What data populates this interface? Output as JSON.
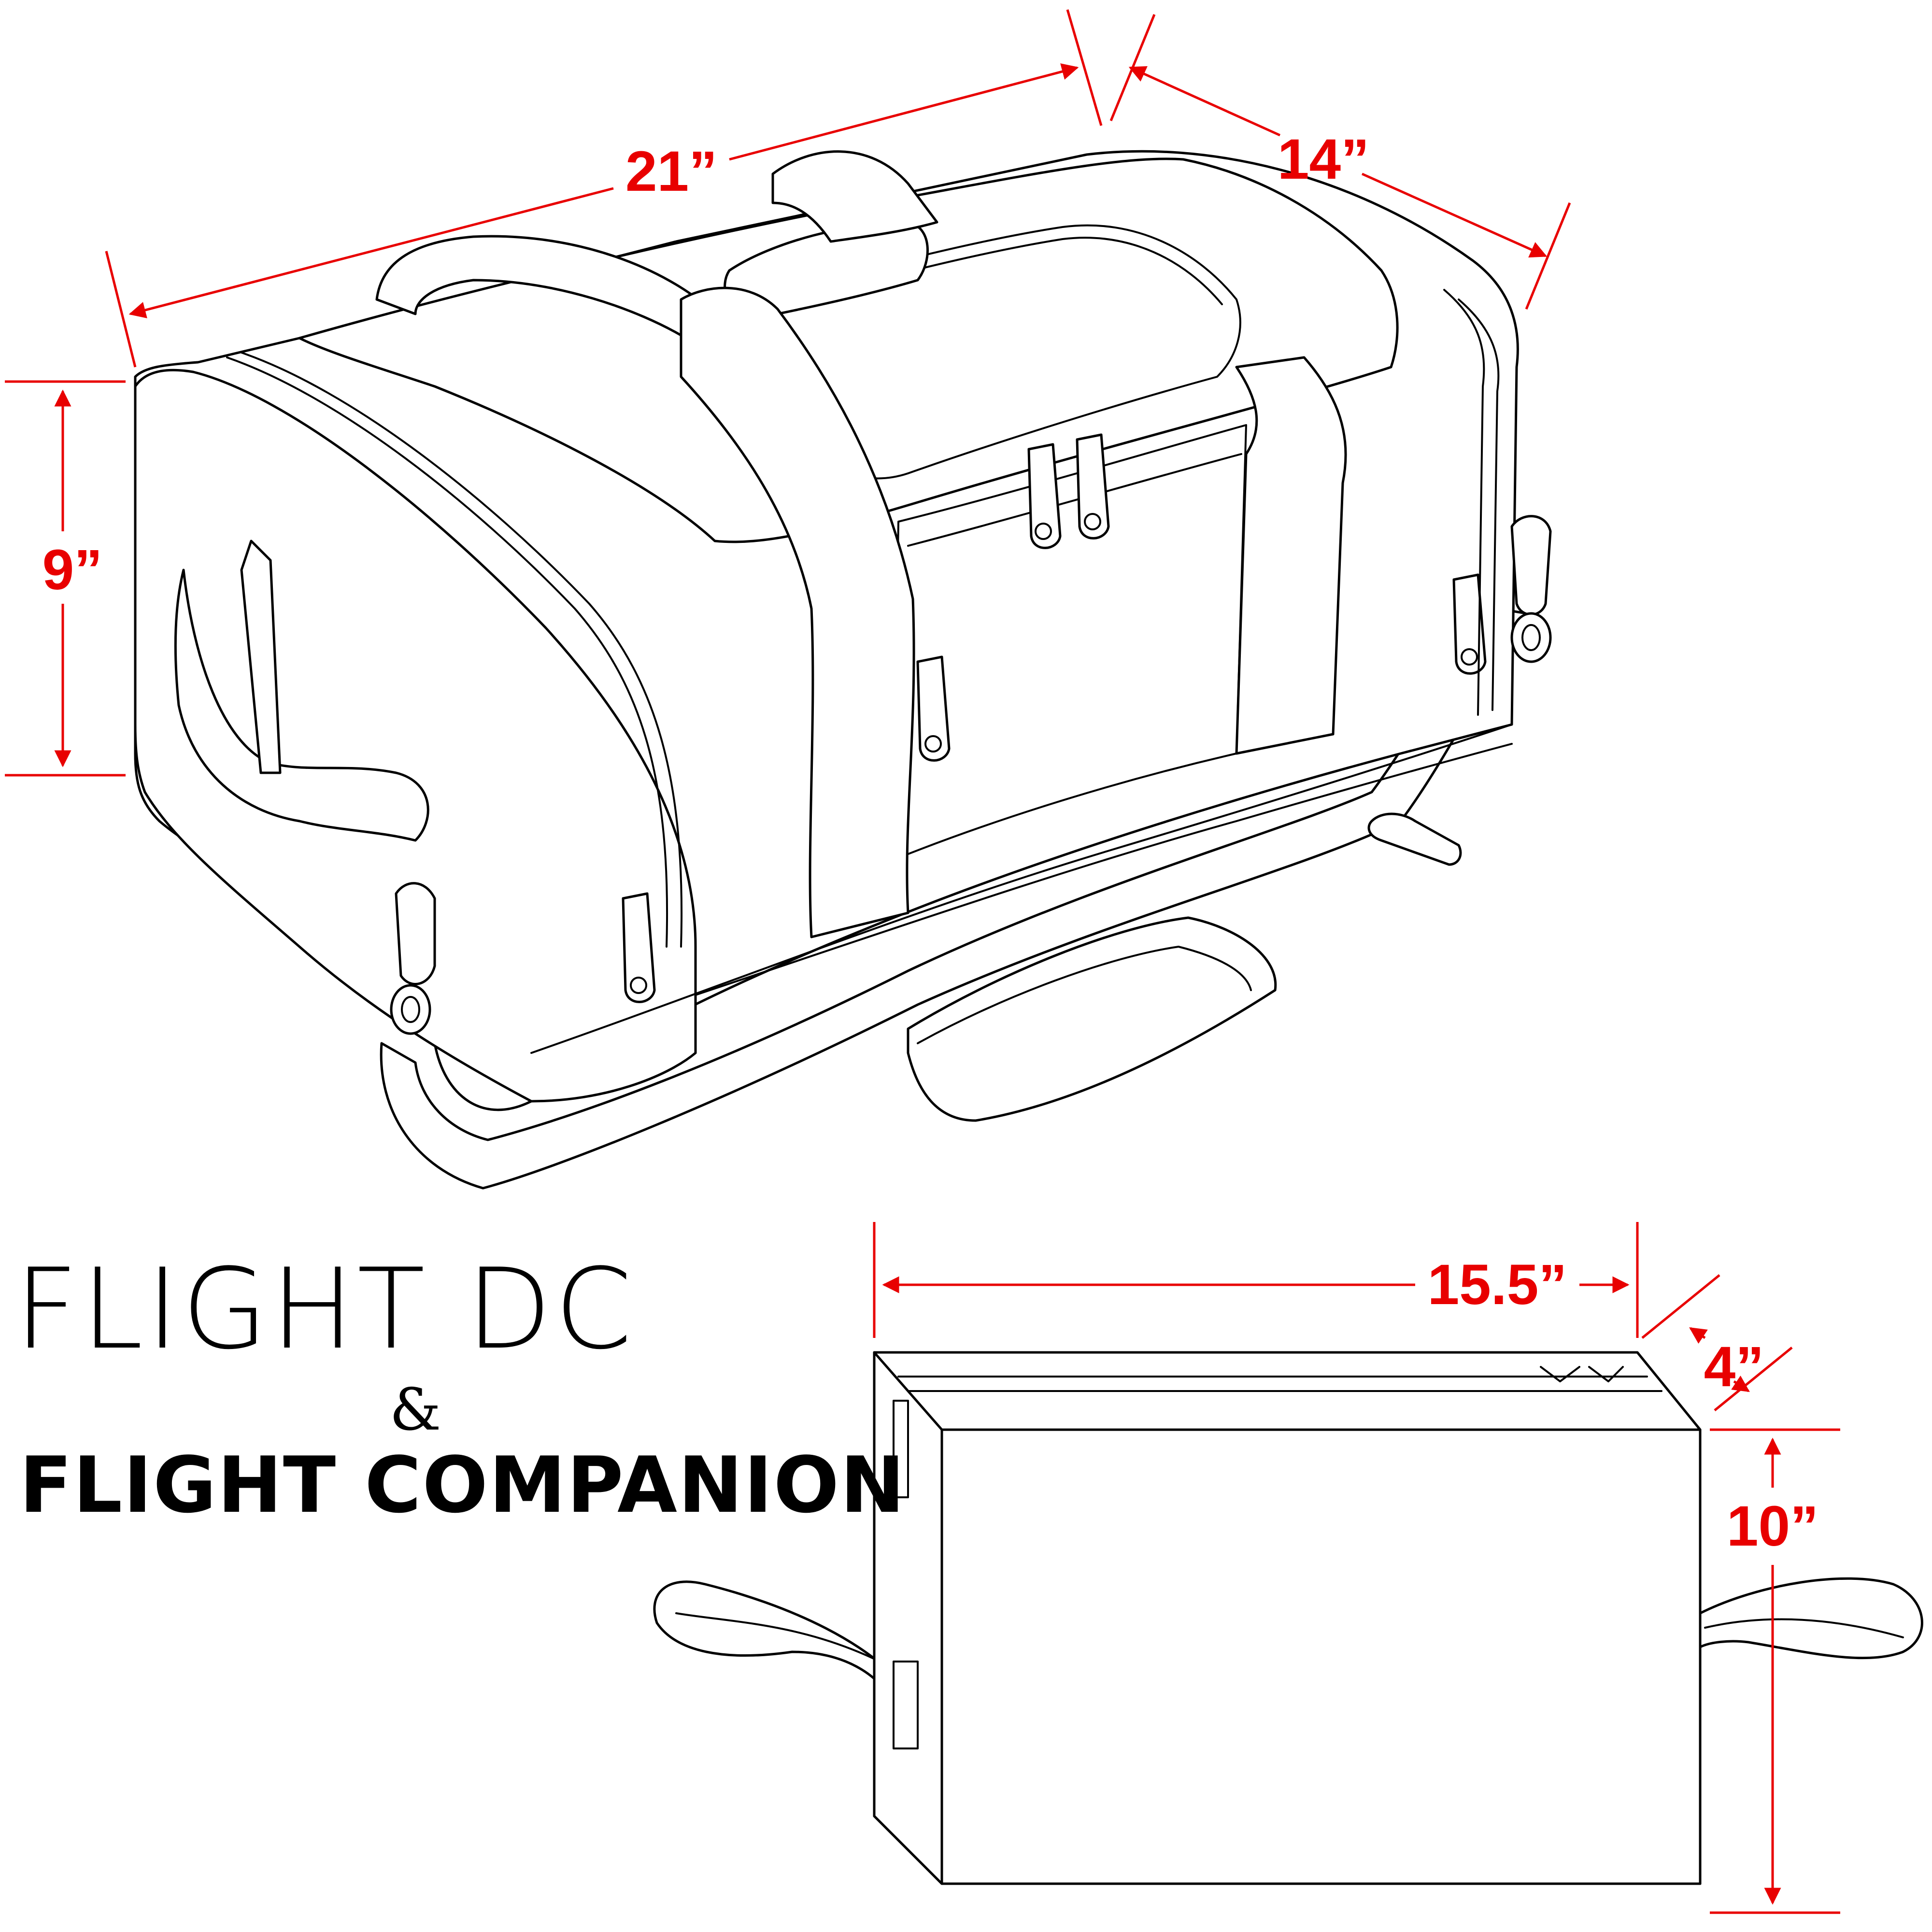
{
  "title": {
    "line1": "FLIGHT DC",
    "ampersand": "&",
    "line2": "FLIGHT COMPANION"
  },
  "duffel_dimensions": {
    "length": "21”",
    "width": "14”",
    "height": "9”"
  },
  "companion_dimensions": {
    "length": "15.5”",
    "depth": "4”",
    "height": "10”"
  },
  "colors": {
    "dimension": "#e80000",
    "line_art": "#000000",
    "background": "#ffffff"
  }
}
